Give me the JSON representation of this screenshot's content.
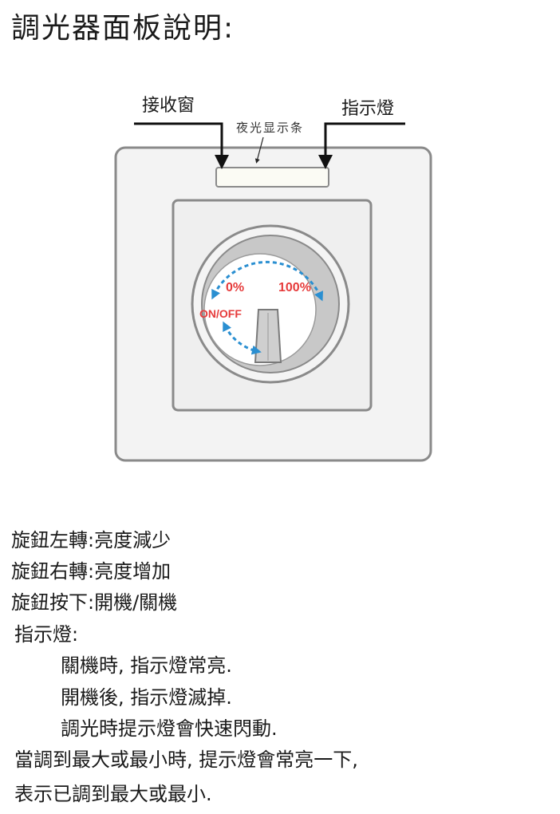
{
  "title": "調光器面板說明:",
  "diagram": {
    "label_receiver": "接收窗",
    "label_indicator": "指示燈",
    "label_night_strip": "夜光显示条",
    "dial_min": "0%",
    "dial_max": "100%",
    "dial_onoff": "ON/OFF"
  },
  "instructions": {
    "rotate_left": "旋鈕左轉:亮度減少",
    "rotate_right": "旋鈕右轉:亮度增加",
    "press": "旋鈕按下:開機/關機",
    "indicator_heading": "指示燈:",
    "indicator_off": "關機時, 指示燈常亮.",
    "indicator_on": "開機後, 指示燈滅掉.",
    "indicator_dimming": "調光時提示燈會快速閃動.",
    "limit_line1": "當調到最大或最小時, 提示燈會常亮一下,",
    "limit_line2": "表示已調到最大或最小."
  },
  "colors": {
    "arrow_blue": "#2a8fd1",
    "label_red": "#e63b3b",
    "panel_border": "#8a8a8a",
    "panel_fill": "#f2f2f2"
  }
}
